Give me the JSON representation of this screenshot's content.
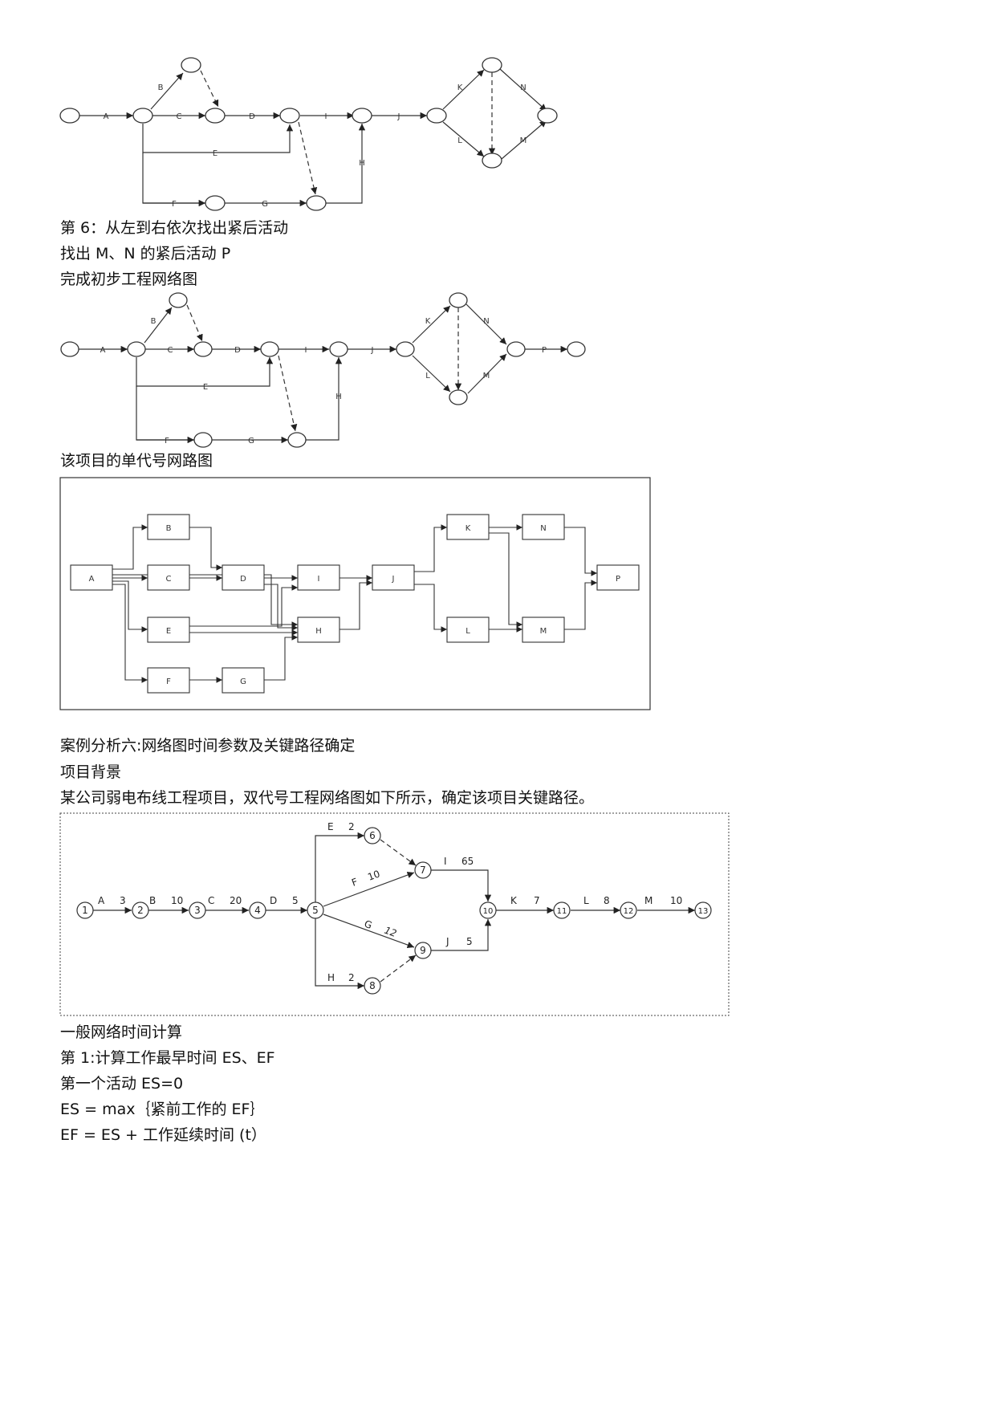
{
  "doc": {
    "step6": "第 6：从左到右依次找出紧后活动",
    "find_p": "找出  M、N  的紧后活动  P",
    "complete": "完成初步工程网络图",
    "single_code_title": "该项目的单代号网路图",
    "case_title": "案例分析六:网络图时间参数及关键路径确定",
    "background": "项目背景",
    "intro": "某公司弱电布线工程项目，双代号工程网络图如下所示，确定该项目关键路径。",
    "general_calc": "一般网络时间计算",
    "step1": "第 1:计算工作最早时间  ES、EF",
    "first_activity": "第一个活动  ES=0",
    "es_formula": "ES = max｛紧前工作的 EF｝",
    "ef_formula": "EF = ES +  工作延续时间  (t）"
  },
  "diagram1": {
    "labels": [
      "A",
      "B",
      "C",
      "D",
      "E",
      "F",
      "G",
      "H",
      "I",
      "J",
      "K",
      "L",
      "M",
      "N"
    ]
  },
  "diagram2": {
    "labels": [
      "A",
      "B",
      "C",
      "D",
      "E",
      "F",
      "G",
      "H",
      "I",
      "J",
      "K",
      "L",
      "M",
      "N",
      "P"
    ]
  },
  "diagram3": {
    "boxes": [
      "A",
      "B",
      "C",
      "D",
      "E",
      "F",
      "G",
      "H",
      "I",
      "J",
      "K",
      "L",
      "M",
      "N",
      "P"
    ]
  },
  "diagram4": {
    "nodes": [
      "1",
      "2",
      "3",
      "4",
      "5",
      "6",
      "7",
      "8",
      "9",
      "10",
      "11",
      "12",
      "13"
    ],
    "activities": [
      {
        "name": "A",
        "duration": "3"
      },
      {
        "name": "B",
        "duration": "10"
      },
      {
        "name": "C",
        "duration": "20"
      },
      {
        "name": "D",
        "duration": "5"
      },
      {
        "name": "E",
        "duration": "2"
      },
      {
        "name": "F",
        "duration": "10"
      },
      {
        "name": "G",
        "duration": "12"
      },
      {
        "name": "H",
        "duration": "2"
      },
      {
        "name": "I",
        "duration": "65"
      },
      {
        "name": "J",
        "duration": "5"
      },
      {
        "name": "K",
        "duration": "7"
      },
      {
        "name": "L",
        "duration": "8"
      },
      {
        "name": "M",
        "duration": "10"
      }
    ]
  }
}
